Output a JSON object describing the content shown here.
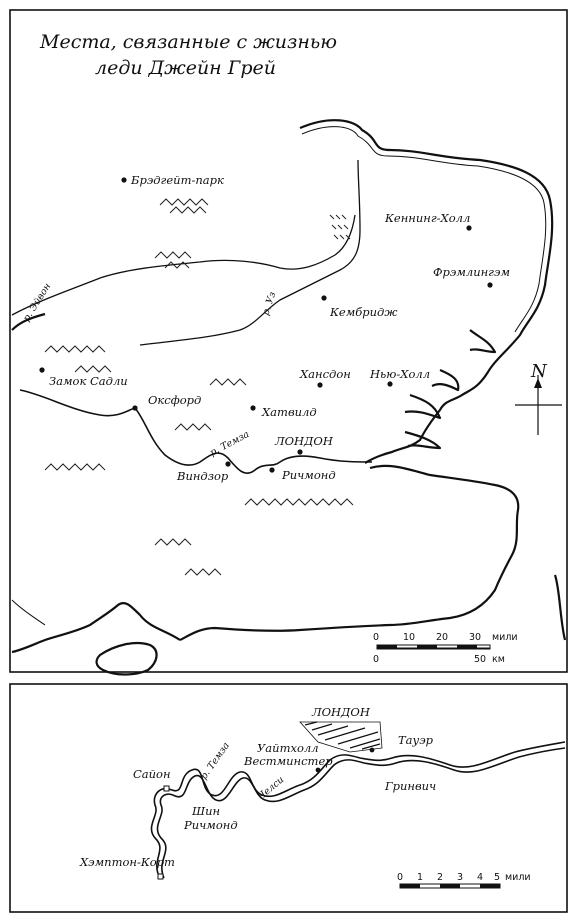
{
  "title_line1": "Места, связанные с жизнью",
  "title_line2": "леди Джейн Грей",
  "north_symbol": "N",
  "places": {
    "bradgate": "Брэдгейт-парк",
    "kenning": "Кеннинг-Холл",
    "framlingham": "Фрэмлингэм",
    "cambridge": "Кембридж",
    "hunsdon": "Хансдон",
    "newhall": "Нью-Холл",
    "sudeley": "Замок Садли",
    "oxford": "Оксфорд",
    "hatfield": "Хатвилд",
    "london": "ЛОНДОН",
    "windsor": "Виндзор",
    "richmond": "Ричмонд"
  },
  "rivers": {
    "avon": "р. Эйвон",
    "ouse": "р. Уз",
    "thames": "р. Темза"
  },
  "scale_main": {
    "miles_ticks": [
      "0",
      "10",
      "20",
      "30"
    ],
    "miles_unit": "мили",
    "km_ticks": [
      "0",
      "50"
    ],
    "km_unit": "км"
  },
  "inset": {
    "london": "ЛОНДОН",
    "tower": "Тауэр",
    "whitehall": "Уайтхолл",
    "westminster": "Вестминстер",
    "chelsea": "Челси",
    "greenwich": "Гринвич",
    "syon": "Сайон",
    "thames": "р. Темза",
    "sheen": "Шин",
    "richmond": "Ричмонд",
    "hampton": "Хэмптон-Корт",
    "scale_ticks": [
      "0",
      "1",
      "2",
      "3",
      "4",
      "5"
    ],
    "scale_unit": "мили"
  }
}
